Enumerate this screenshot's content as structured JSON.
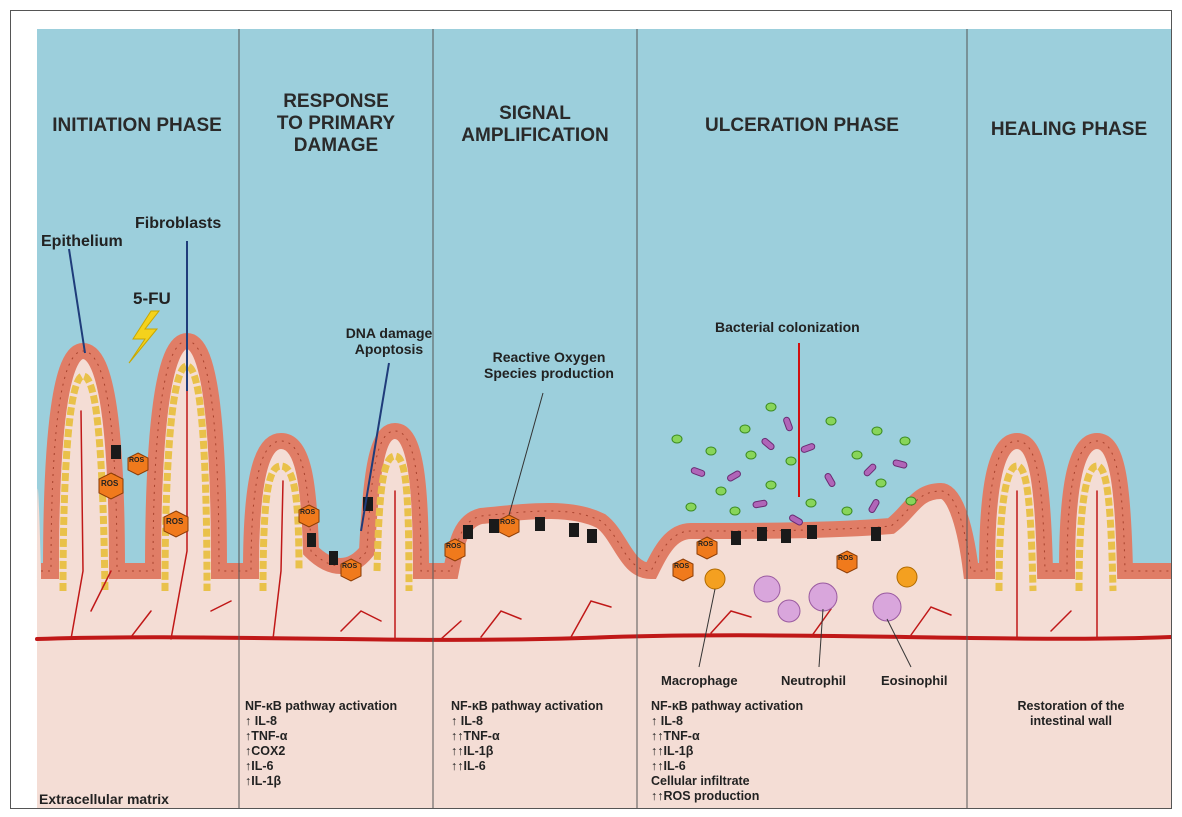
{
  "phases": [
    {
      "title": [
        "INITIATION PHASE"
      ]
    },
    {
      "title": [
        "RESPONSE",
        "TO PRIMARY",
        "DAMAGE"
      ]
    },
    {
      "title": [
        "SIGNAL",
        "AMPLIFICATION"
      ]
    },
    {
      "title": [
        "ULCERATION PHASE"
      ]
    },
    {
      "title": [
        "HEALING PHASE"
      ]
    }
  ],
  "labels": {
    "epithelium": "Epithelium",
    "fibroblasts": "Fibroblasts",
    "drug": "5-FU",
    "dna_damage": "DNA damage",
    "apoptosis": "Apoptosis",
    "ros_line1": "Reactive Oxygen",
    "ros_line2": "Species production",
    "bacterial": "Bacterial colonization",
    "macrophage": "Macrophage",
    "neutrophil": "Neutrophil",
    "eosinophil": "Eosinophil",
    "ecm": "Extracellular matrix",
    "ros_badge": "ROS"
  },
  "markers": {
    "response": [
      "NF-κB pathway activation",
      "↑ IL-8",
      "↑TNF-α",
      "↑COX2",
      "↑IL-6",
      "↑IL-1β"
    ],
    "amplification": [
      "NF-κB pathway activation",
      "↑ IL-8",
      "↑↑TNF-α",
      "↑↑IL-1β",
      "↑↑IL-6"
    ],
    "ulceration": [
      "NF-κB pathway activation",
      "↑ IL-8",
      "↑↑TNF-α",
      "↑↑IL-1β",
      "↑↑IL-6",
      "Cellular infiltrate",
      "↑↑ROS production"
    ],
    "healing": [
      "Restoration of the",
      "intestinal wall"
    ]
  },
  "colors": {
    "lumen": "#9ccfdc",
    "tissue": "#f4ddd5",
    "epithelium": "#e07d66",
    "fibro": "#e9c14a",
    "vessel": "#c01818",
    "ros": "#f07a1c"
  }
}
